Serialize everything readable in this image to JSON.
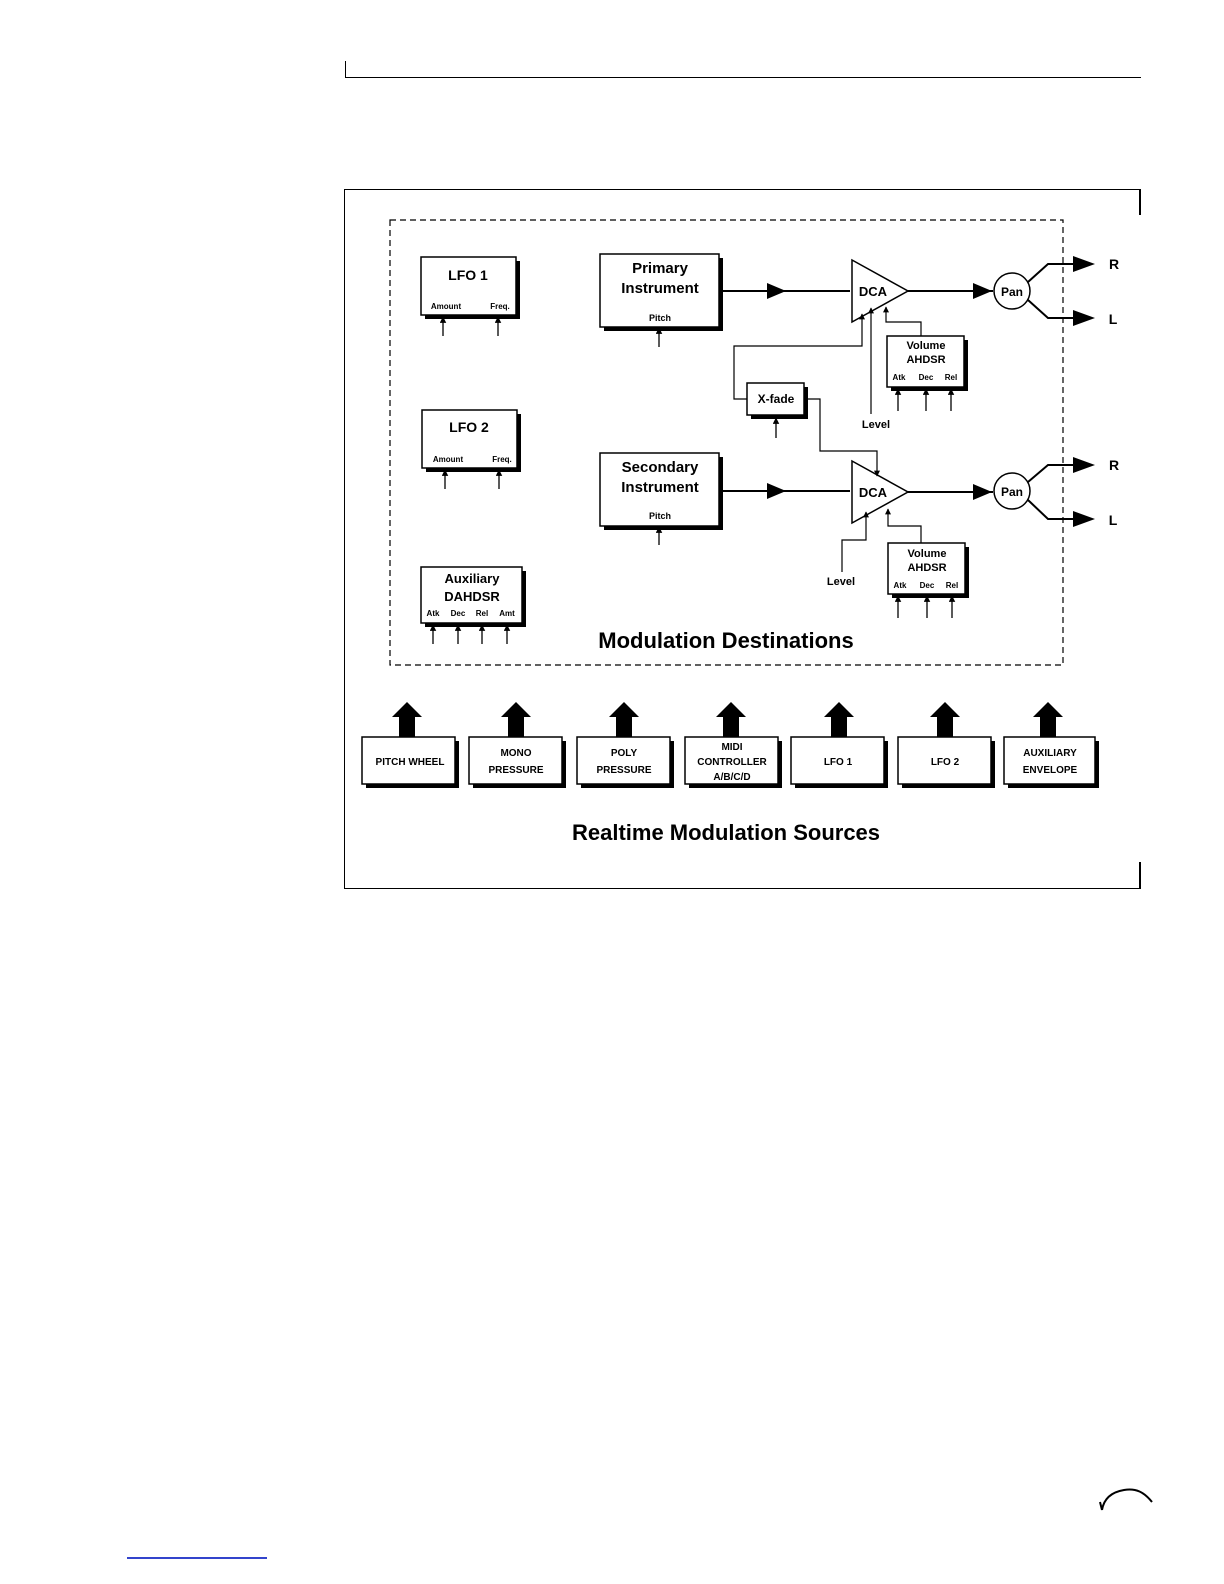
{
  "diagram": {
    "destinations_title": "Modulation Destinations",
    "sources_title": "Realtime Modulation Sources",
    "lfo1": {
      "title": "LFO 1",
      "in_amount": "Amount",
      "in_freq": "Freq."
    },
    "lfo2": {
      "title": "LFO 2",
      "in_amount": "Amount",
      "in_freq": "Freq."
    },
    "aux_env": {
      "title_1": "Auxiliary",
      "title_2": "DAHDSR",
      "inputs": [
        "Atk",
        "Dec",
        "Rel",
        "Amt"
      ]
    },
    "primary": {
      "title_1": "Primary",
      "title_2": "Instrument",
      "input": "Pitch"
    },
    "secondary": {
      "title_1": "Secondary",
      "title_2": "Instrument",
      "input": "Pitch"
    },
    "dca_label": "DCA",
    "pan_label": "Pan",
    "xfade_label": "X-fade",
    "level_label": "Level",
    "volume_env": {
      "title_1": "Volume",
      "title_2": "AHDSR",
      "inputs": [
        "Atk",
        "Dec",
        "Rel"
      ]
    },
    "out_right": "R",
    "out_left": "L",
    "sources": [
      {
        "line_1": "PITCH WHEEL",
        "line_2": "",
        "line_3": ""
      },
      {
        "line_1": "MONO",
        "line_2": "PRESSURE",
        "line_3": ""
      },
      {
        "line_1": "POLY",
        "line_2": "PRESSURE",
        "line_3": ""
      },
      {
        "line_1": "MIDI",
        "line_2": "CONTROLLER",
        "line_3": "A/B/C/D"
      },
      {
        "line_1": "LFO 1",
        "line_2": "",
        "line_3": ""
      },
      {
        "line_1": "LFO 2",
        "line_2": "",
        "line_3": ""
      },
      {
        "line_1": "AUXILIARY",
        "line_2": "ENVELOPE",
        "line_3": ""
      }
    ]
  }
}
